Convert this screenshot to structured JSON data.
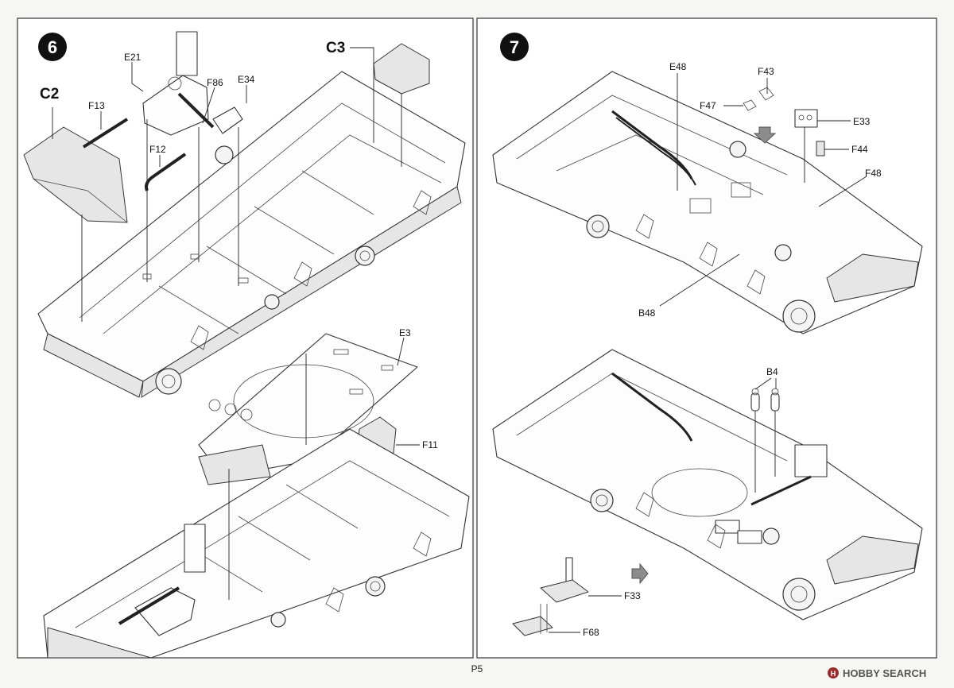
{
  "page": {
    "number": "P5"
  },
  "watermark": {
    "brand": "HOBBY SEARCH",
    "logo_letter": "H"
  },
  "step6": {
    "number": "6",
    "labels": {
      "c2": "C2",
      "c3": "C3",
      "e21": "E21",
      "f13": "F13",
      "f86": "F86",
      "e34": "E34",
      "f12": "F12",
      "e3": "E3",
      "f11": "F11"
    }
  },
  "step7": {
    "number": "7",
    "labels": {
      "e48": "E48",
      "f43": "F43",
      "f47": "F47",
      "e33": "E33",
      "f44": "F44",
      "f48": "F48",
      "b48": "B48",
      "b4": "B4",
      "f33": "F33",
      "f68": "F68"
    }
  },
  "colors": {
    "line": "#222222",
    "panel_bg": "#ffffff",
    "page_bg": "#f6f6f4",
    "step_badge": "#111111"
  }
}
